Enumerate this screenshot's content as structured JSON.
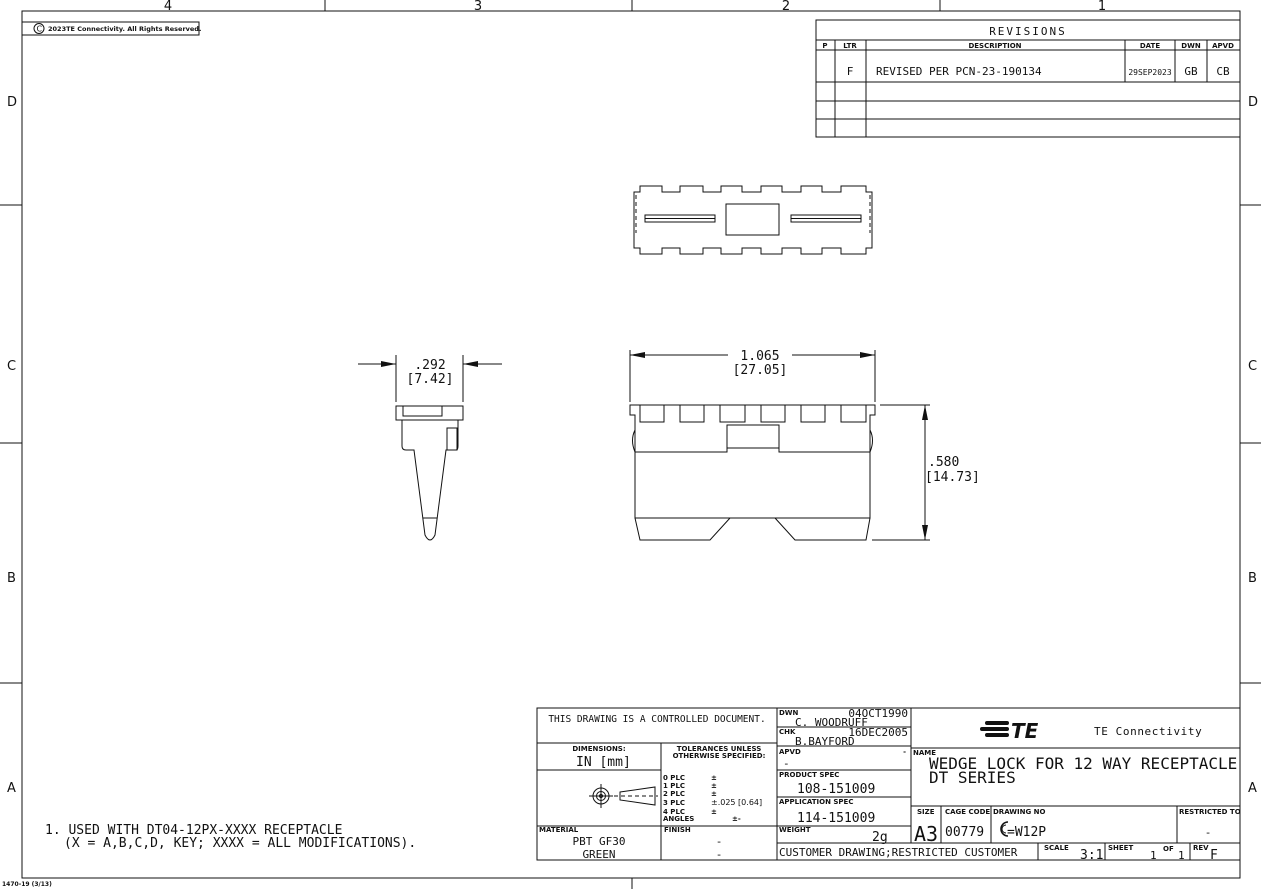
{
  "zones": {
    "top": [
      "4",
      "3",
      "2",
      "1"
    ],
    "side": [
      "D",
      "C",
      "B",
      "A"
    ]
  },
  "copyright": "2023TE Connectivity. All Rights Reserved.",
  "revisions": {
    "title": "REVISIONS",
    "headers": [
      "P",
      "LTR",
      "DESCRIPTION",
      "DATE",
      "DWN",
      "APVD"
    ],
    "rows": [
      {
        "p": "",
        "ltr": "F",
        "description": "REVISED PER PCN-23-190134",
        "date": "29SEP2023",
        "dwn": "GB",
        "apvd": "CB"
      }
    ]
  },
  "dimensions": {
    "width_in": "1.065",
    "width_mm": "[27.05]",
    "height_in": ".580",
    "height_mm": "[14.73]",
    "side_in": ".292",
    "side_mm": "[7.42]"
  },
  "notes": [
    "1. USED WITH DT04-12PX-XXXX RECEPTACLE",
    "(X = A,B,C,D, KEY; XXXX = ALL MODIFICATIONS)."
  ],
  "form_number": "1470-19 (3/13)",
  "title_block": {
    "controlled": "THIS DRAWING IS A CONTROLLED DOCUMENT.",
    "dimensions_label": "DIMENSIONS:",
    "dimensions_value": "IN [mm]",
    "tolerances_label_1": "TOLERANCES UNLESS",
    "tolerances_label_2": "OTHERWISE SPECIFIED:",
    "tolerances": [
      {
        "plc": "0 PLC",
        "val": "±"
      },
      {
        "plc": "1 PLC",
        "val": "±"
      },
      {
        "plc": "2 PLC",
        "val": "±"
      },
      {
        "plc": "3 PLC",
        "val": "±.025 [0.64]"
      },
      {
        "plc": "4 PLC",
        "val": "±"
      },
      {
        "plc": "ANGLES",
        "val": "±-"
      }
    ],
    "material_label": "MATERIAL",
    "material_1": "PBT GF30",
    "material_2": "GREEN",
    "finish_label": "FINISH",
    "finish_1": "-",
    "finish_2": "-",
    "dwn_label": "DWN",
    "dwn_name": "C. WOODRUFF",
    "dwn_date": "04OCT1990",
    "chk_label": "CHK",
    "chk_name": "B.BAYFORD",
    "chk_date": "16DEC2005",
    "apvd_label": "APVD",
    "apvd_name": "-",
    "apvd_date": "-",
    "product_spec_label": "PRODUCT SPEC",
    "product_spec": "108-151009",
    "application_spec_label": "APPLICATION SPEC",
    "application_spec": "114-151009",
    "weight_label": "WEIGHT",
    "weight": "2g",
    "customer": "CUSTOMER DRAWING;RESTRICTED CUSTOMER",
    "logo_text": "TE",
    "company": "TE Connectivity",
    "name_label": "NAME",
    "name_1": "WEDGE LOCK FOR 12 WAY RECEPTACLE",
    "name_2": "DT SERIES",
    "size_label": "SIZE",
    "size": "A3",
    "cage_label": "CAGE CODE",
    "cage": "00779",
    "drawing_no_label": "DRAWING NO",
    "drawing_no": "=W12P",
    "restricted_label": "RESTRICTED TO",
    "restricted": "-",
    "scale_label": "SCALE",
    "scale": "3:1",
    "sheet_label": "SHEET",
    "sheet": "1",
    "of_label": "OF",
    "of": "1",
    "rev_label": "REV",
    "rev": "F"
  }
}
